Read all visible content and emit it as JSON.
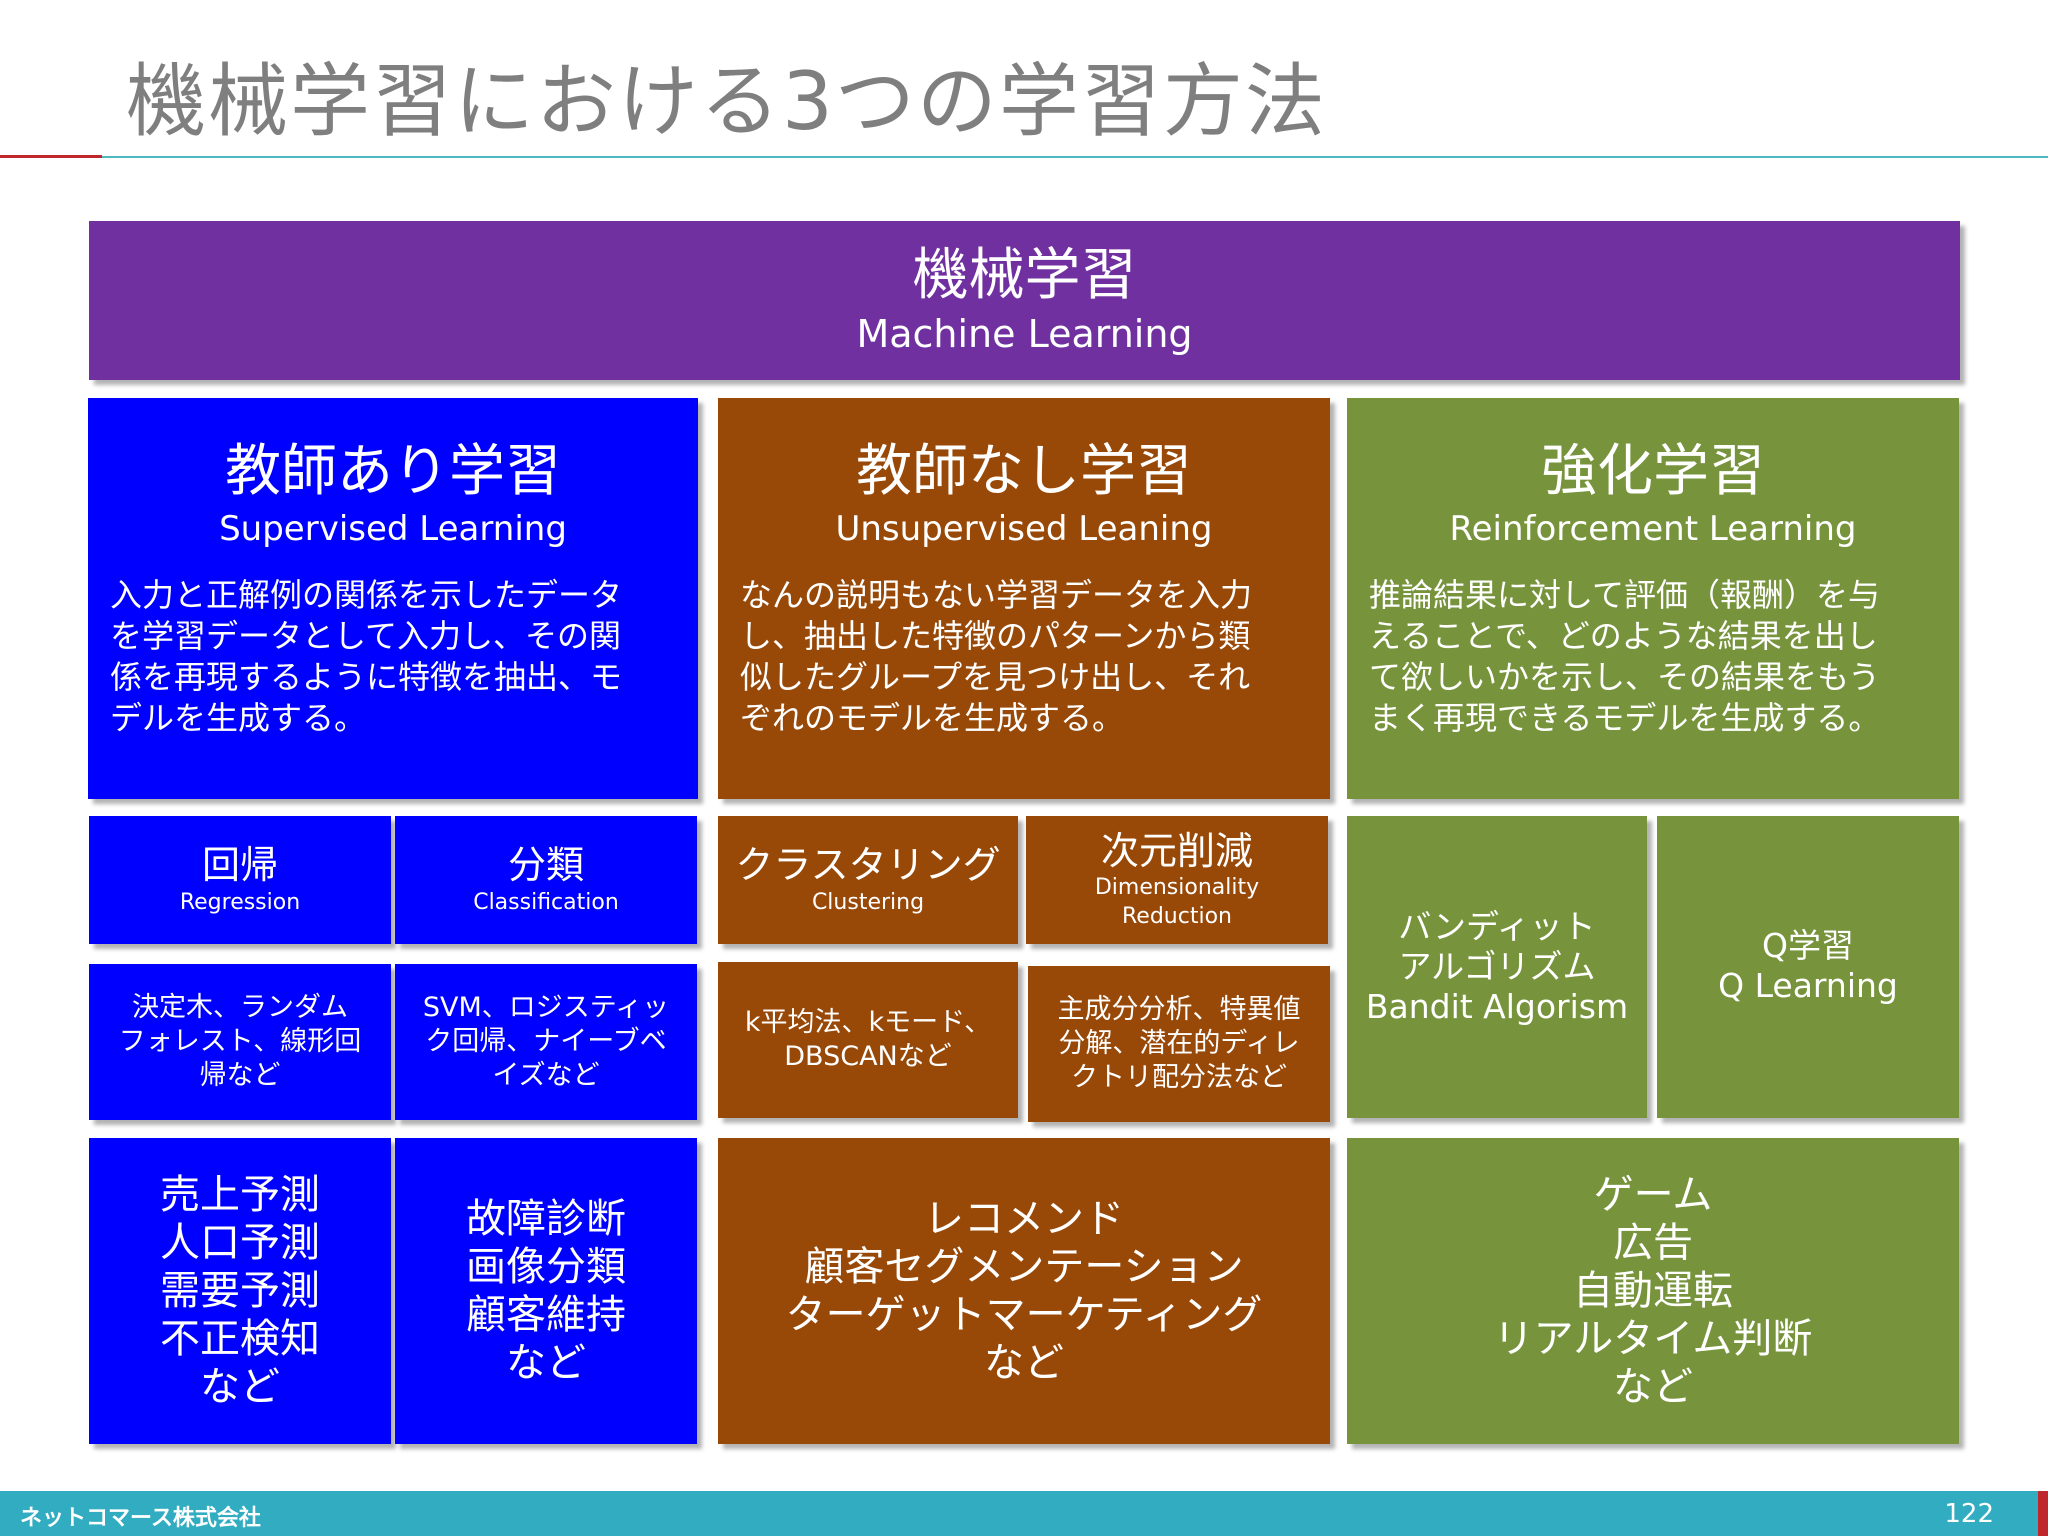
{
  "slide": {
    "title": "機械学習における3つの学習方法",
    "footer_company": "ネットコマース株式会社",
    "page_number": "122"
  },
  "colors": {
    "machine_learning": "#7030a0",
    "supervised": "#0000ff",
    "unsupervised": "#984807",
    "reinforcement": "#77933c",
    "footer": "#31acc1",
    "accent_red": "#c0272d"
  },
  "root": {
    "jp": "機械学習",
    "en": "Machine Learning"
  },
  "categories": [
    {
      "jp": "教師あり学習",
      "en": "Supervised Learning",
      "description": [
        "入力と正解例の関係を示したデータ",
        "を学習データとして入力し、その関",
        "係を再現するように特徴を抽出、モ",
        "デルを生成する。"
      ]
    },
    {
      "jp": "教師なし学習",
      "en": "Unsupervised Leaning",
      "description": [
        "なんの説明もない学習データを入力",
        "し、抽出した特徴のパターンから類",
        "似したグループを見つけ出し、それ",
        "ぞれのモデルを生成する。"
      ]
    },
    {
      "jp": "強化学習",
      "en": "Reinforcement Learning",
      "description": [
        "推論結果に対して評価（報酬）を与",
        "えることで、どのような結果を出し",
        "て欲しいかを示し、その結果をもう",
        "まく再現できるモデルを生成する。"
      ]
    }
  ],
  "subtypes": {
    "regression": {
      "jp": "回帰",
      "en": "Regression"
    },
    "classification": {
      "jp": "分類",
      "en": "Classification"
    },
    "clustering": {
      "jp": "クラスタリング",
      "en": "Clustering"
    },
    "dimensionality_reduction": {
      "jp": "次元削減",
      "en": [
        "Dimensionality",
        "Reduction"
      ]
    },
    "bandit": [
      "バンディット",
      "アルゴリズム",
      "Bandit Algorism"
    ],
    "q_learning": [
      "Q学習",
      "Q Learning"
    ]
  },
  "algorithms": {
    "regression": [
      "決定木、ランダム",
      "フォレスト、線形回",
      "帰など"
    ],
    "classification": [
      "SVM、ロジスティッ",
      "ク回帰、ナイーブベ",
      "イズなど"
    ],
    "clustering": [
      "k平均法、kモード、",
      "DBSCANなど"
    ],
    "dimensionality_reduction": [
      "主成分分析、特異値",
      "分解、潜在的ディレ",
      "クトリ配分法など"
    ]
  },
  "applications": {
    "regression": [
      "売上予測",
      "人口予測",
      "需要予測",
      "不正検知",
      "など"
    ],
    "classification": [
      "故障診断",
      "画像分類",
      "顧客維持",
      "など"
    ],
    "unsupervised": [
      "レコメンド",
      "顧客セグメンテーション",
      "ターゲットマーケティング",
      "など"
    ],
    "reinforcement": [
      "ゲーム",
      "広告",
      "自動運転",
      "リアルタイム判断",
      "など"
    ]
  }
}
